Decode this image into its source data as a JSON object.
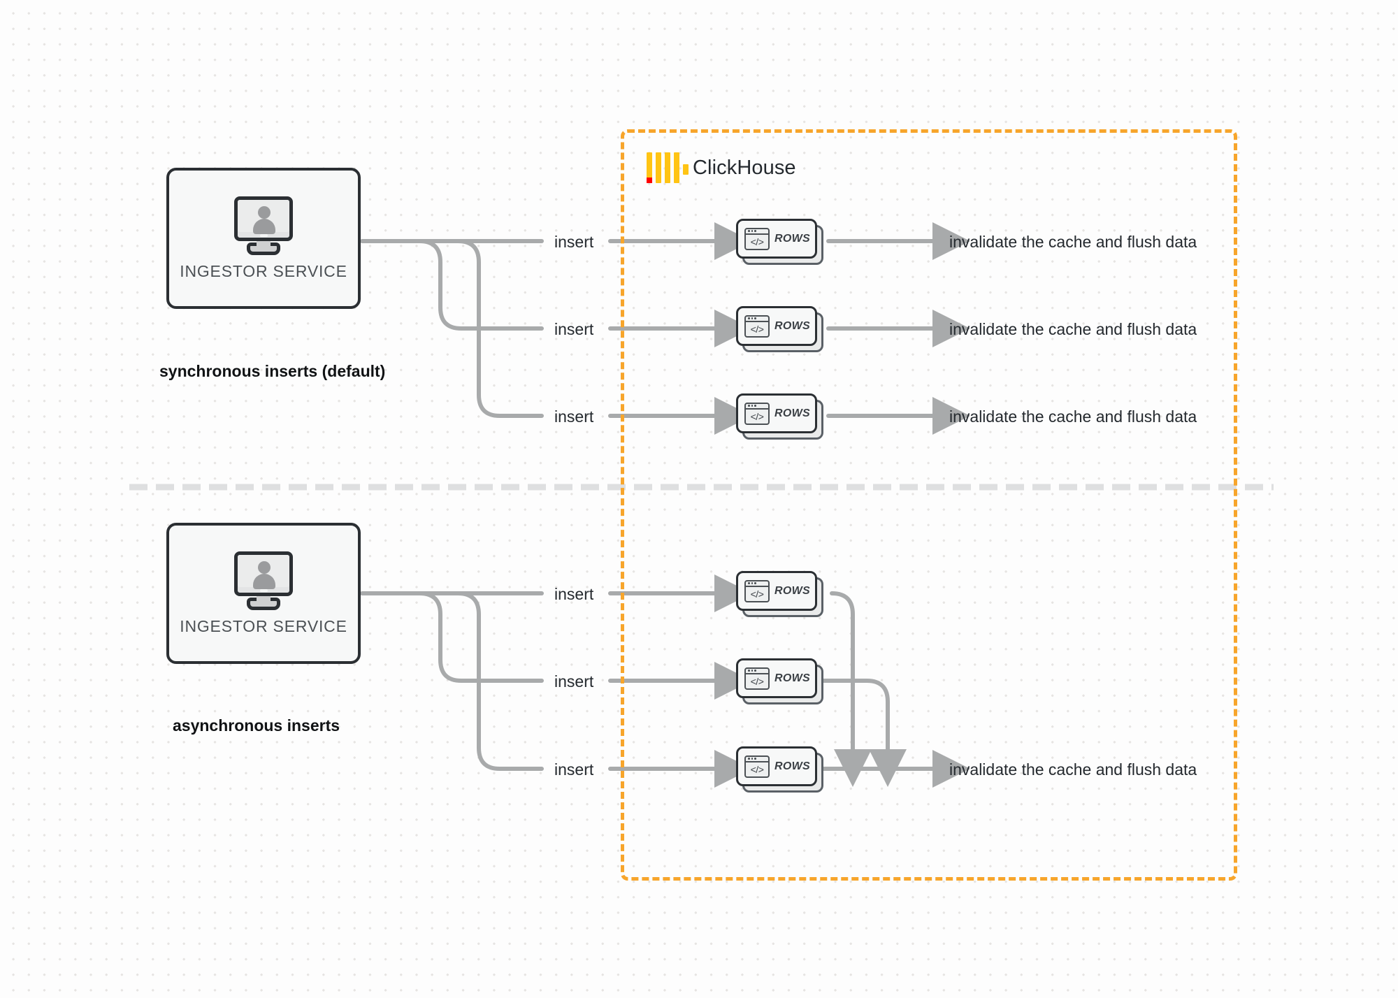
{
  "diagram": {
    "title": "ClickHouse synchronous vs asynchronous inserts",
    "background": "#fdfdfd",
    "accent_orange": "#F7A52B",
    "wire_gray": "#a8aaab",
    "boundary_label": "ClickHouse"
  },
  "boundary": {
    "label": "ClickHouse",
    "border_color": "#F7A52B",
    "logo": {
      "name": "clickhouse-logo",
      "bar_color": "#FFC414",
      "accent_color": "#FF0000"
    }
  },
  "sections": [
    {
      "id": "sync",
      "caption": "synchronous inserts (default)",
      "service": {
        "label": "INGESTOR SERVICE",
        "icon": "monitor-user-icon"
      },
      "flows": [
        {
          "insert_label": "insert",
          "card_label": "ROWS",
          "result_label": "invalidate the cache and flush data"
        },
        {
          "insert_label": "insert",
          "card_label": "ROWS",
          "result_label": "invalidate the cache and flush data"
        },
        {
          "insert_label": "insert",
          "card_label": "ROWS",
          "result_label": "invalidate the cache and flush data"
        }
      ]
    },
    {
      "id": "async",
      "caption": "asynchronous inserts",
      "service": {
        "label": "INGESTOR SERVICE",
        "icon": "monitor-user-icon"
      },
      "flows": [
        {
          "insert_label": "insert",
          "card_label": "ROWS"
        },
        {
          "insert_label": "insert",
          "card_label": "ROWS"
        },
        {
          "insert_label": "insert",
          "card_label": "ROWS"
        }
      ],
      "result_label": "invalidate the cache and flush data"
    }
  ],
  "divider": {
    "name": "section-divider",
    "style": "dashed",
    "color": "#dedfe0"
  }
}
